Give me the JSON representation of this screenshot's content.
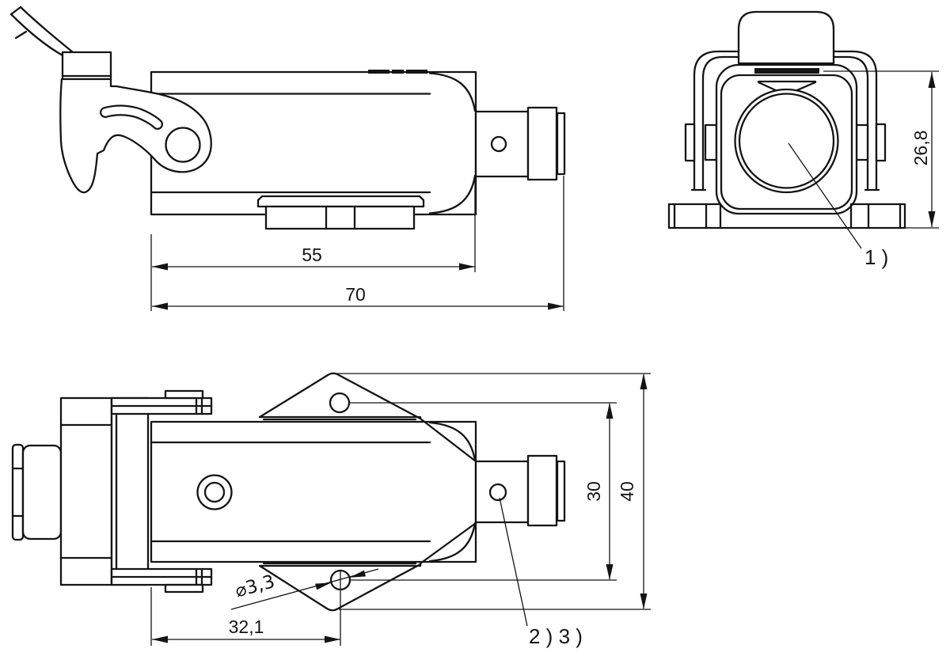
{
  "drawing": {
    "type": "technical-drawing",
    "background": "#ffffff",
    "line_color": "#141414",
    "side_view": {
      "dim_upper_length": "55",
      "dim_total_length": "70"
    },
    "front_view": {
      "dim_height": "26,8",
      "callout_1": "1 )"
    },
    "bottom_view": {
      "dim_inner_span": "30",
      "dim_outer_span": "40",
      "dim_hole_position": "32,1",
      "dim_hole_diameter": "⌀3,3",
      "callout_2_3": "2 ) 3 )"
    }
  }
}
